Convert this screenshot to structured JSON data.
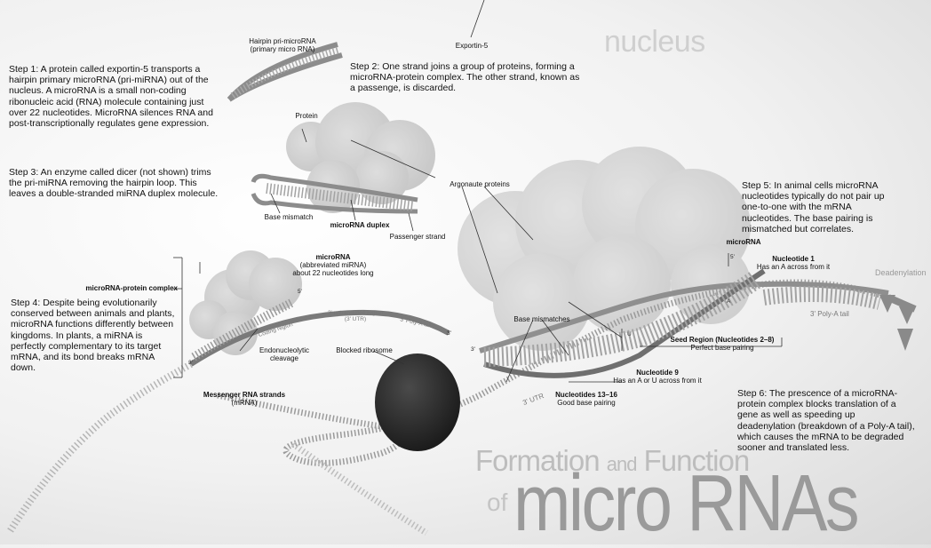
{
  "steps": {
    "step1": "Step 1: A protein called exportin-5 transports a hairpin primary microRNA (pri-miRNA) out of the nucleus. A microRNA is a small non-coding ribonucleic acid (RNA) molecule containing just over 22 nucleotides. MicroRNA silences RNA and post-transcriptionally regulates gene expression.",
    "step2": "Step 2: One strand joins a group of proteins, forming a microRNA-protein complex. The other strand, known as a passenge, is discarded.",
    "step3": "Step 3: An enzyme called dicer (not shown) trims the pri-miRNA removing the hairpin loop. This leaves a double-stranded miRNA duplex molecule.",
    "step4": "Step 4: Despite being evolutionarily conserved between animals and plants, microRNA functions differently between kingdoms. In plants, a miRNA is perfectly complementary to its target mRNA, and its bond breaks mRNA down.",
    "step5": "Step 5: In animal cells microRNA nucleotides typically do not pair up one-to-one with the mRNA nucleotides. The base pairing is mismatched but correlates.",
    "step6": "Step 6: The prescence of a microRNA-protein complex blocks translation of a gene as well as speeding up deadenylation (breakdown of a Poly-A tail), which causes the mRNA to be degraded sooner and translated less."
  },
  "labels": {
    "hairpin_title": "Hairpin pri-microRNA",
    "hairpin_sub": "(primary micro RNA)",
    "exportin": "Exportin-5",
    "nucleus": "nucleus",
    "protein": "Protein",
    "argonaute": "Argonaute proteins",
    "base_mismatch": "Base mismatch",
    "microrna_duplex": "microRNA duplex",
    "passenger_strand": "Passenger strand",
    "microrna_title": "microRNA",
    "microrna_sub1": "(abbreviated miRNA)",
    "microrna_sub2": "about 22 nucleotides long",
    "complex": "microRNA-protein complex",
    "coding_region": "Coding region",
    "utr_3": "3' untranslated region",
    "utr_3_short": "(3' UTR)",
    "polya_small": "3' Poly-A tail",
    "endonucleolytic": "Endonucleolytic",
    "cleavage": "cleavage",
    "blocked_ribosome": "Blocked ribosome",
    "messenger_title": "Messenger RNA strands",
    "messenger_sub": "(mRNA)",
    "base_mismatches": "Base mismatches",
    "microrna_right": "microRNA",
    "nuc1_title": "Nucleotide 1",
    "nuc1_sub": "Has an A across from it",
    "deadenylation": "Deadenylation",
    "polya_right": "3' Poly-A tail",
    "seed_title": "Seed Region (Nucleotides 2–8)",
    "seed_sub": "Perfect base pairing",
    "nuc9_title": "Nucleotide 9",
    "nuc9_sub": "Has an A or U across from it",
    "nuc1316_title": "Nucleotides 13–16",
    "nuc1316_sub": "Good base pairing",
    "utr_right": "3' UTR",
    "prime5": "5'",
    "prime3": "3'",
    "letter_a": "A",
    "letter_u": "U"
  },
  "title": {
    "line1_a": "Formation",
    "line1_b": "and",
    "line1_c": "Function",
    "of": "of",
    "main": "micro RNAs"
  },
  "colors": {
    "background": "#efefef",
    "text": "#111111",
    "title_gray": "#bdbdbd",
    "title_main": "#9a9a9a",
    "ribosome": "#262626",
    "blob": "#c4c4c4"
  }
}
